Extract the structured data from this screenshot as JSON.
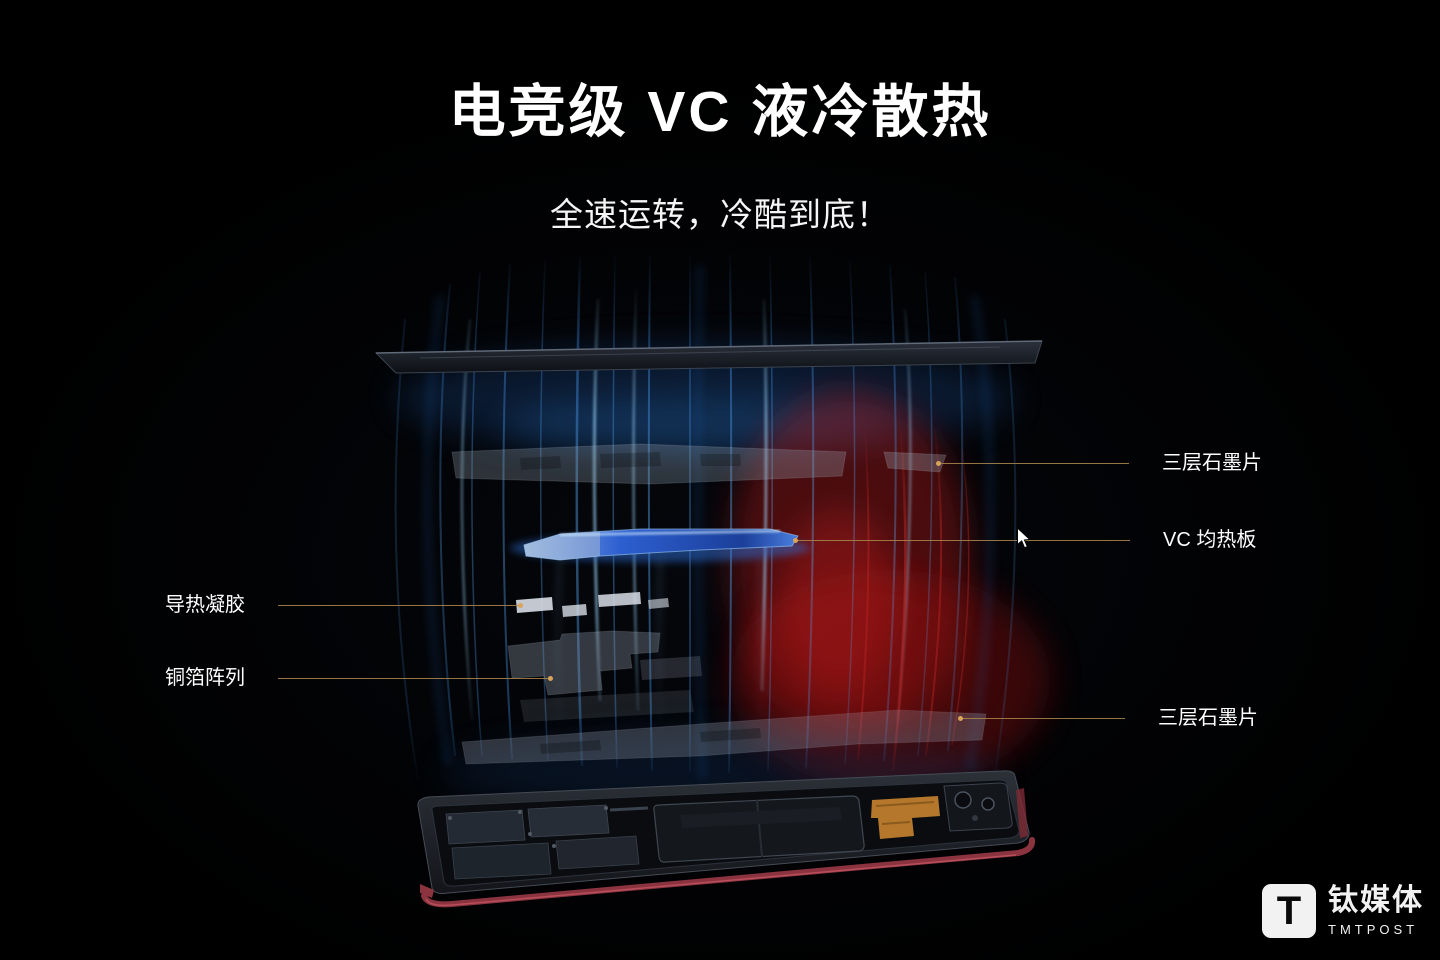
{
  "header": {
    "title": "电竞级 VC 液冷散热",
    "subtitle": "全速运转，冷酷到底！"
  },
  "callouts": {
    "graphite_top": "三层石墨片",
    "vc_plate": "VC 均热板",
    "thermal_gel": "导热凝胶",
    "copper_foil": "铜箔阵列",
    "graphite_bottom": "三层石墨片"
  },
  "watermark": {
    "logo_letter": "T",
    "brand_cn": "钛媒体",
    "brand_en": "TMTPOST"
  },
  "colors": {
    "background": "#000000",
    "text": "#ffffff",
    "callout_line": "#a5824a",
    "callout_dot": "#d8a45c",
    "streak_blue": "#5aa6ea",
    "streak_cyan": "#9fd9ff",
    "glow_red": "#b01515",
    "vc_plate_blue": "#2d5fd0"
  }
}
